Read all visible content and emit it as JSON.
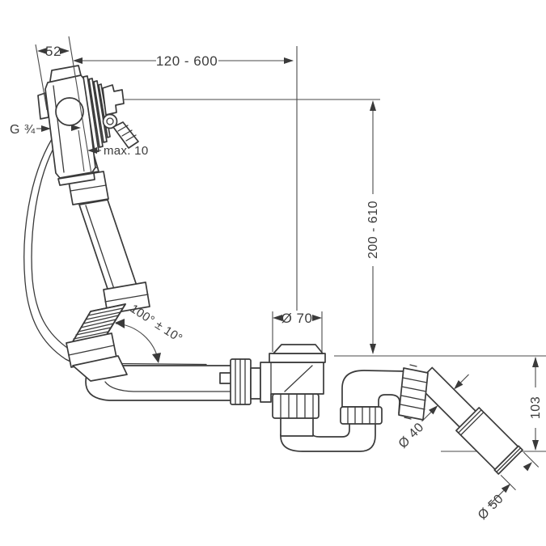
{
  "diagram": {
    "background_color": "#ffffff",
    "line_color": "#3a3a3a",
    "labels": {
      "overflow_width": "52",
      "install_width_range": "120 - 600",
      "thread_size": "G ¾",
      "max_wall_thickness": "max. 10",
      "install_height_range": "200 - 610",
      "flange_diameter": "Ø 70",
      "hose_angle": "100° ± 10°",
      "outlet_drop_height": "103",
      "pipe_diameter": "Ø 40",
      "outlet_diameter": "Ø 50"
    }
  }
}
